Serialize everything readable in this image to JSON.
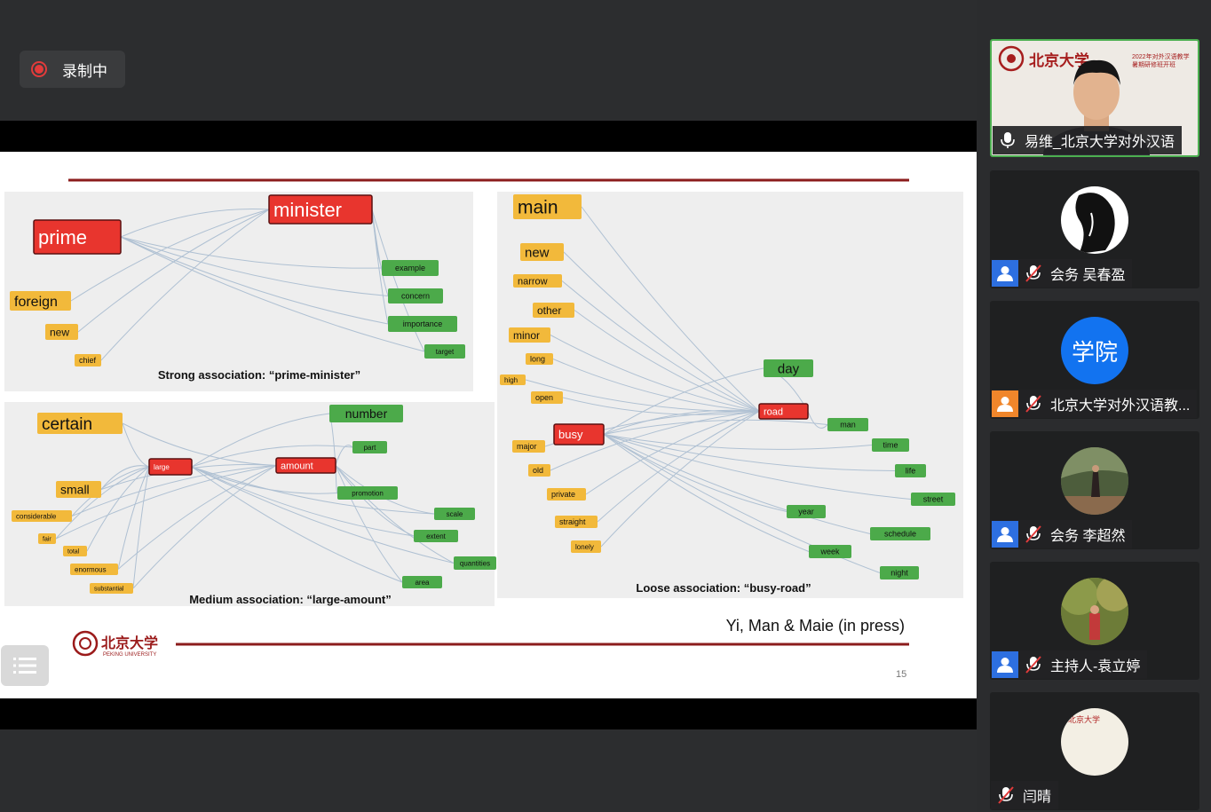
{
  "recording": {
    "label": "录制中",
    "color": "#e23b3b"
  },
  "slide": {
    "page_number": "15",
    "citation": "Yi, Man & Maie (in press)",
    "logo_text": "北京大学",
    "logo_sub": "PEKING UNIVERSITY",
    "panels": {
      "strong": {
        "caption": "Strong association: “prime-minister”",
        "words": [
          "prime",
          "minister",
          "foreign",
          "new",
          "chief",
          "example",
          "concern",
          "importance",
          "target"
        ]
      },
      "medium": {
        "caption": "Medium association: “large-amount”",
        "words": [
          "certain",
          "number",
          "part",
          "large",
          "amount",
          "small",
          "promotion",
          "considerable",
          "scale",
          "fair",
          "total",
          "extent",
          "enormous",
          "quantities",
          "substantial",
          "area"
        ]
      },
      "loose": {
        "caption": "Loose association: “busy-road”",
        "words": [
          "main",
          "new",
          "narrow",
          "other",
          "minor",
          "long",
          "high",
          "open",
          "day",
          "road",
          "man",
          "busy",
          "major",
          "time",
          "old",
          "life",
          "private",
          "street",
          "year",
          "straight",
          "schedule",
          "lonely",
          "week",
          "night"
        ]
      }
    }
  },
  "participants": [
    {
      "name": "易维_北京大学对外汉语",
      "banner": "北京大学",
      "banner_sub": "2022年对外汉语教学\n暑期研修班开班",
      "mic": "on",
      "active": true
    },
    {
      "name": "会务 吴春盈",
      "avatar": "user",
      "mic": "muted"
    },
    {
      "name": "北京大学对外汉语教...",
      "avatar_text": "学院",
      "avatar": "user-orange",
      "mic": "muted"
    },
    {
      "name": "会务 李超然",
      "avatar": "user",
      "mic": "muted"
    },
    {
      "name": "主持人-袁立婷",
      "avatar": "user",
      "mic": "muted"
    },
    {
      "name": "闫晴",
      "avatar": "none",
      "mic": "muted",
      "photo_text": "北京大学"
    }
  ],
  "colors": {
    "red": "#e8352e",
    "green": "#4caa4a",
    "yellow": "#f2b93b",
    "rule": "#8b1c1c",
    "active_border": "#4caf50"
  }
}
